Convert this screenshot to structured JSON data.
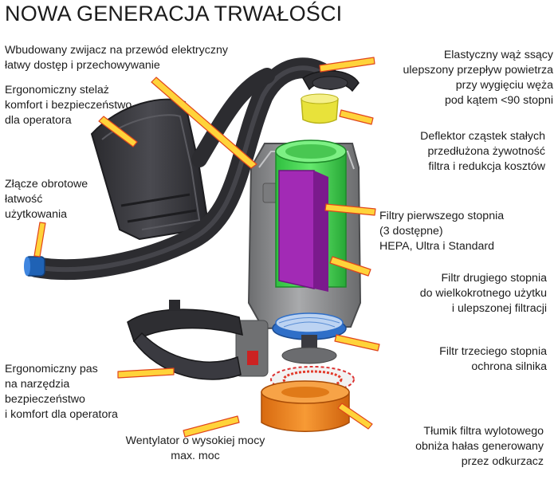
{
  "title": "NOWA GENERACJA TRWAŁOŚCI",
  "colors": {
    "arrow": "#ffd33a",
    "arrow_edge": "#e0461c",
    "frame": "#3b3b3f",
    "housing": "#8a8b8d",
    "filter_green": "#38d34a",
    "filter_purple": "#a22ab5",
    "deflector": "#e8e23a",
    "muffler": "#f08a1e",
    "connector": "#1f62b5",
    "fan": "#e23a2a",
    "third_filter": "#2f6fc8"
  },
  "callouts": [
    {
      "id": "cord-hook",
      "lines": [
        "Wbudowany zwijacz na przewód elektryczny",
        "łatwy dostęp i przechowywanie"
      ]
    },
    {
      "id": "frame",
      "lines": [
        "Ergonomiczny stelaż",
        "komfort i bezpieczeństwo",
        "dla operatora"
      ]
    },
    {
      "id": "swivel",
      "lines": [
        "Złącze obrotowe",
        "łatwość",
        "użytkowania"
      ]
    },
    {
      "id": "belt",
      "lines": [
        "Ergonomiczny pas",
        "na narzędzia",
        "bezpieczeństwo",
        "i komfort dla operatora"
      ]
    },
    {
      "id": "fan",
      "lines": [
        "Wentylator o wysokiej mocy",
        "max. moc"
      ]
    },
    {
      "id": "hose",
      "lines": [
        "Elastyczny wąż ssący",
        "ulepszony przepływ powietrza",
        "przy wygięciu węża",
        "pod kątem <90 stopni"
      ]
    },
    {
      "id": "deflector",
      "lines": [
        "Deflektor cząstek stałych",
        "przedłużona żywotność",
        "filtra i redukcja kosztów"
      ]
    },
    {
      "id": "first-filter",
      "lines": [
        "Filtry pierwszego stopnia",
        "(3 dostępne)",
        "HEPA, Ultra i Standard"
      ]
    },
    {
      "id": "second-filter",
      "lines": [
        "Filtr drugiego stopnia",
        "do wielkokrotnego użytku",
        "i ulepszonej filtracji"
      ]
    },
    {
      "id": "third-filter",
      "lines": [
        "Filtr trzeciego stopnia",
        "ochrona silnika"
      ]
    },
    {
      "id": "muffler",
      "lines": [
        "Tłumik filtra wylotowego",
        "obniża hałas generowany",
        "przez odkurzacz"
      ]
    }
  ]
}
